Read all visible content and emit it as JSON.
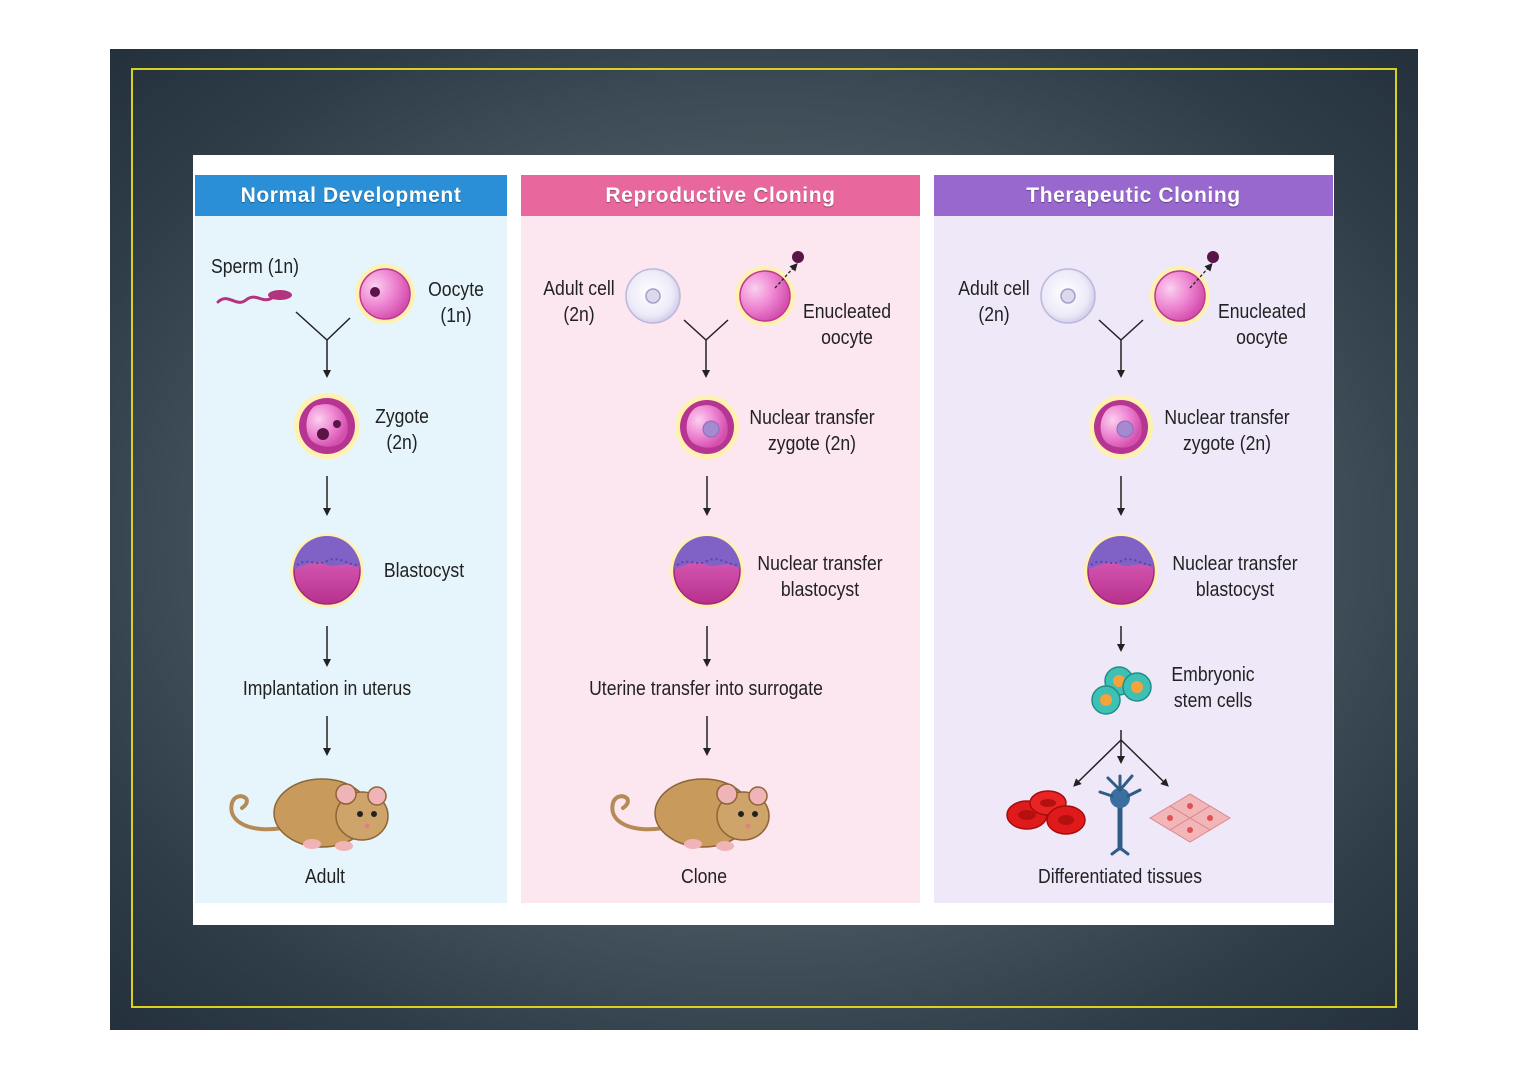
{
  "columns": [
    {
      "title": "Normal Development",
      "color": "#2a8fd6"
    },
    {
      "title": "Reproductive Cloning",
      "color": "#e8679c"
    },
    {
      "title": "Therapeutic Cloning",
      "color": "#9868cf"
    }
  ],
  "normal": {
    "sperm": "Sperm (1n)",
    "oocyte": "Oocyte\n(1n)",
    "zygote": "Zygote\n(2n)",
    "blastocyst": "Blastocyst",
    "implantation": "Implantation in uterus",
    "adult": "Adult"
  },
  "reproductive": {
    "adult_cell": "Adult cell\n(2n)",
    "enucleated": "Enucleated\noocyte",
    "nt_zygote": "Nuclear transfer\nzygote (2n)",
    "nt_blastocyst": "Nuclear transfer\nblastocyst",
    "uterine": "Uterine transfer into surrogate",
    "clone": "Clone"
  },
  "therapeutic": {
    "adult_cell": "Adult cell\n(2n)",
    "enucleated": "Enucleated\noocyte",
    "nt_zygote": "Nuclear transfer\nzygote (2n)",
    "nt_blastocyst": "Nuclear transfer\nblastocyst",
    "stem_cells": "Embryonic\nstem cells",
    "differentiated": "Differentiated tissues"
  },
  "colors": {
    "frame": "#d9d020",
    "cell_pink": "#e060b8",
    "cell_glow": "#fff1b0",
    "mouse": "#c89a5c"
  }
}
